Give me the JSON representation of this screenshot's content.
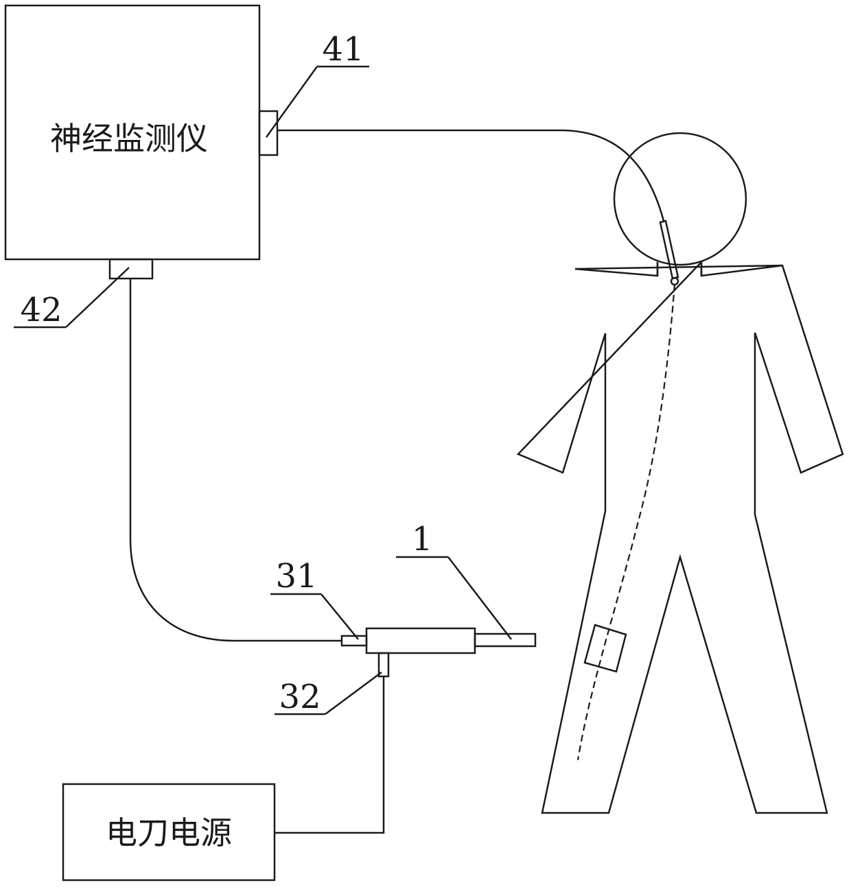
{
  "diagram": {
    "monitor_label": "神经监测仪",
    "power_label": "电刀电源",
    "callouts": {
      "c41": "41",
      "c42": "42",
      "c1": "1",
      "c31": "31",
      "c32": "32"
    },
    "stroke_color": "#1a1a1a",
    "background": "#ffffff"
  }
}
